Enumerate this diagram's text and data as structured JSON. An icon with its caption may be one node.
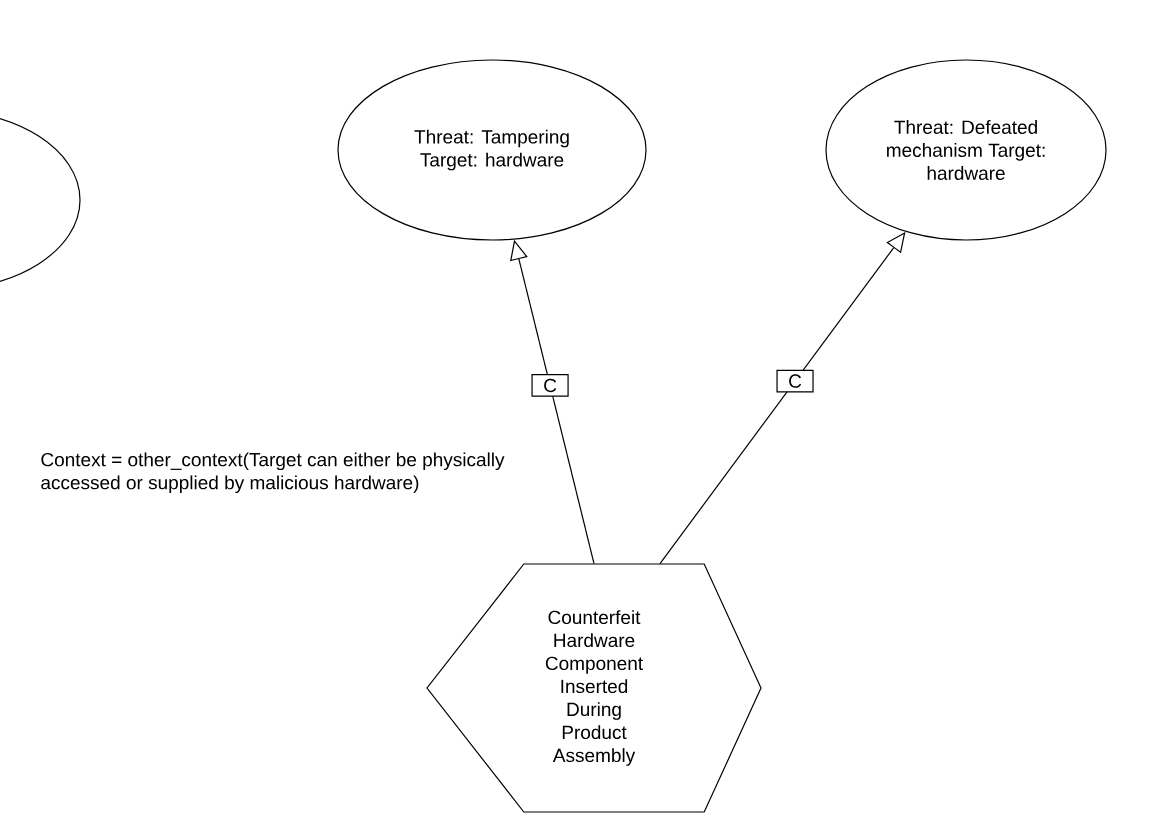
{
  "diagram": {
    "nodes": [
      {
        "text": [],
        "shape": "ellipse"
      },
      {
        "text": [
          "Threat: Tampering Target: hardware"
        ]
      },
      {
        "text": [
          "Threat: Defeated mechanism Target: hardware"
        ]
      },
      {
        "text": [
          "Counterfeit Hardware Component Inserted During Product Assembly"
        ]
      }
    ],
    "edges": [
      {
        "from": 3,
        "to": 1,
        "arrow": "to",
        "label": "C"
      },
      {
        "from": 3,
        "to": 2,
        "arrow": "to",
        "label": "C"
      }
    ],
    "labels": [
      "Context = other_context(Target can either be physically accessed or supplied by malicious hardware)"
    ]
  }
}
